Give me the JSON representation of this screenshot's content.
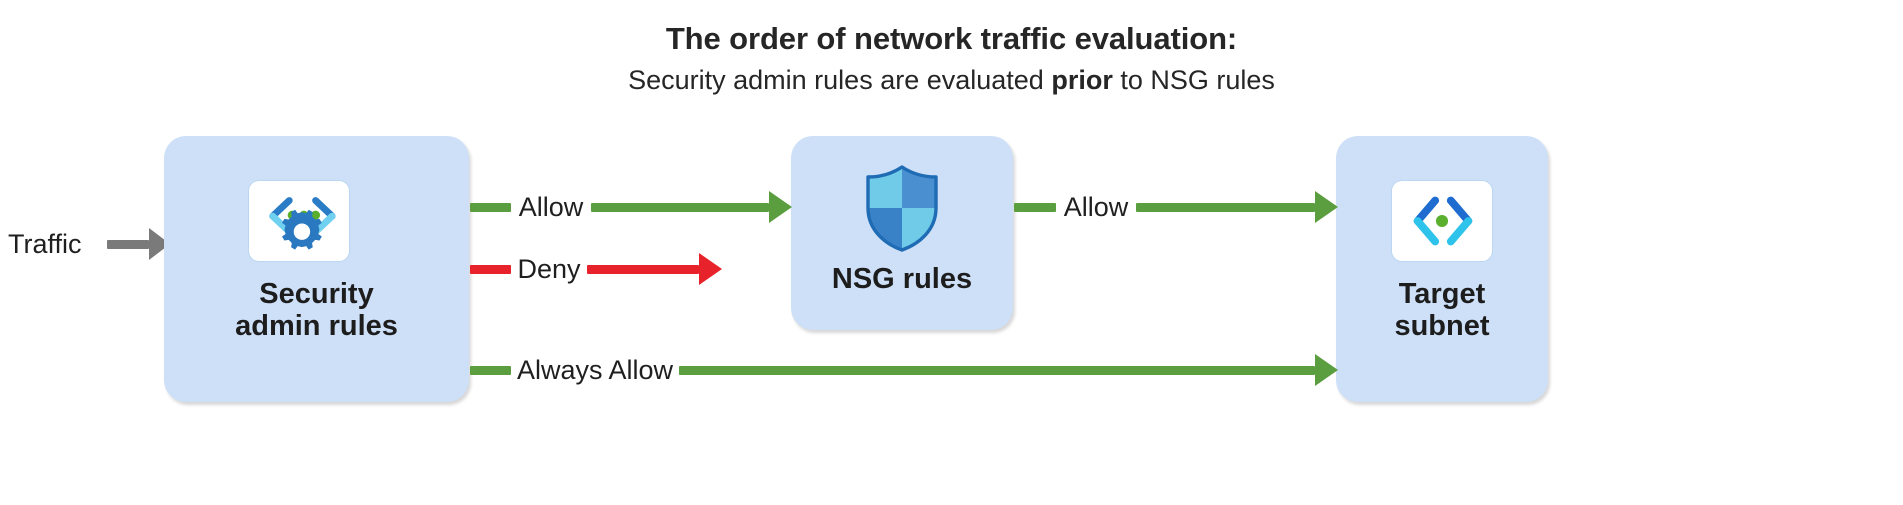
{
  "heading": {
    "title": "The order of network traffic evaluation:",
    "subtitle_pre": "Security admin rules are evaluated ",
    "subtitle_strong": "prior",
    "subtitle_post": " to NSG rules"
  },
  "traffic": {
    "label": "Traffic"
  },
  "nodes": [
    {
      "id": "security",
      "label_line1": "Security",
      "label_line2": "admin rules",
      "icon": "code-gear-icon"
    },
    {
      "id": "nsg",
      "label_line1": "NSG rules",
      "label_line2": "",
      "icon": "shield-icon"
    },
    {
      "id": "target",
      "label_line1": "Target",
      "label_line2": "subnet",
      "icon": "code-subnet-icon"
    }
  ],
  "connections": [
    {
      "id": "allow-to-nsg",
      "label": "Allow",
      "color": "#5a9e3f",
      "kind": "green"
    },
    {
      "id": "deny",
      "label": "Deny",
      "color": "#e8222a",
      "kind": "red"
    },
    {
      "id": "allow-to-target",
      "label": "Allow",
      "color": "#5a9e3f",
      "kind": "green"
    },
    {
      "id": "always-allow",
      "label": "Always Allow",
      "color": "#5a9e3f",
      "kind": "green"
    }
  ],
  "colors": {
    "node_fill": "#cde0f8",
    "allow": "#5a9e3f",
    "deny": "#e8222a",
    "traffic_arrow": "#7a7a7a",
    "text": "#242424"
  }
}
